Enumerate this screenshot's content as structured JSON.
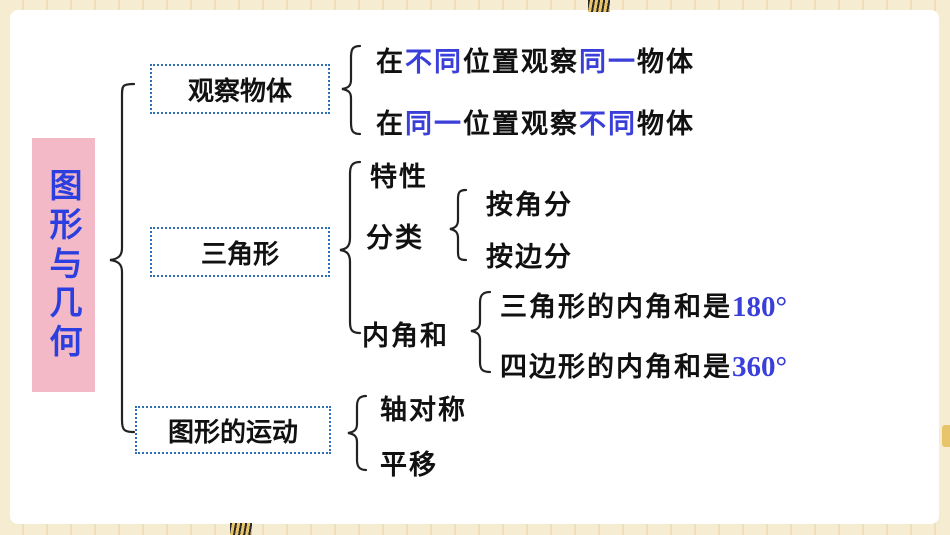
{
  "root": {
    "label": "图形与几何"
  },
  "branches": [
    {
      "label": "观察物体",
      "items": [
        [
          {
            "text": "在",
            "hl": false
          },
          {
            "text": "不同",
            "hl": true
          },
          {
            "text": "位置观察",
            "hl": false
          },
          {
            "text": "同一",
            "hl": true
          },
          {
            "text": "物体",
            "hl": false
          }
        ],
        [
          {
            "text": "在",
            "hl": false
          },
          {
            "text": "同一",
            "hl": true
          },
          {
            "text": "位置观察",
            "hl": false
          },
          {
            "text": "不同",
            "hl": true
          },
          {
            "text": "物体",
            "hl": false
          }
        ]
      ]
    },
    {
      "label": "三角形",
      "traits": "特性",
      "classify": {
        "label": "分类",
        "items": [
          "按角分",
          "按边分"
        ]
      },
      "angles": {
        "label": "内角和",
        "items": [
          {
            "text": "三角形的内角和是",
            "value": "180°"
          },
          {
            "text": "四边形的内角和是",
            "value": "360°"
          }
        ]
      }
    },
    {
      "label": "图形的运动",
      "items": [
        "轴对称",
        "平移"
      ]
    }
  ],
  "colors": {
    "highlight": "#3b3fd9",
    "root_bg": "#f4b9c6",
    "root_text": "#2b3fe0",
    "box_border": "#2f6fb5"
  }
}
